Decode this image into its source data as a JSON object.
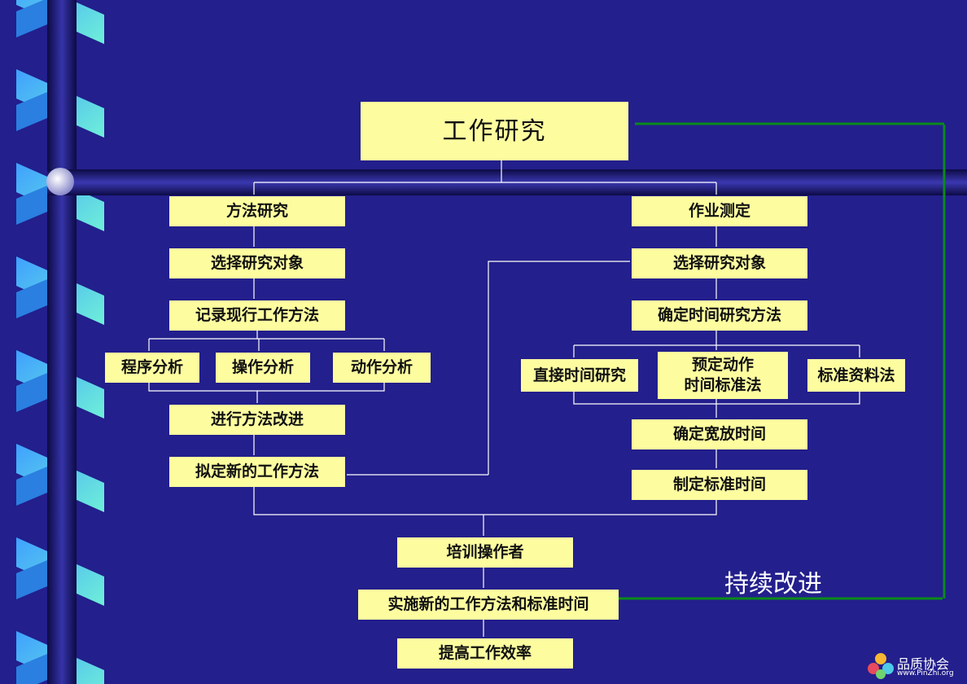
{
  "diagram": {
    "root": "工作研究",
    "method_study": {
      "title": "方法研究",
      "steps": [
        "选择研究对象",
        "记录现行工作方法"
      ],
      "analyses": [
        "程序分析",
        "操作分析",
        "动作分析"
      ],
      "after": [
        "进行方法改进",
        "拟定新的工作方法"
      ]
    },
    "work_measurement": {
      "title": "作业测定",
      "steps": [
        "选择研究对象",
        "确定时间研究方法"
      ],
      "techniques": [
        "直接时间研究",
        "预定动作\n时间标准法",
        "标准资料法"
      ],
      "after": [
        "确定宽放时间",
        "制定标准时间"
      ]
    },
    "final_steps": [
      "培训操作者",
      "实施新的工作方法和标准时间",
      "提高工作效率"
    ],
    "feedback_label": "持续改进"
  },
  "logo": {
    "name": "品质协会",
    "url": "www.PinZhi.org"
  },
  "colors": {
    "background": "#231f8c",
    "box_fill": "#fdfda0",
    "connector": "#ffffff",
    "feedback_arrow": "#0a8a1a"
  }
}
